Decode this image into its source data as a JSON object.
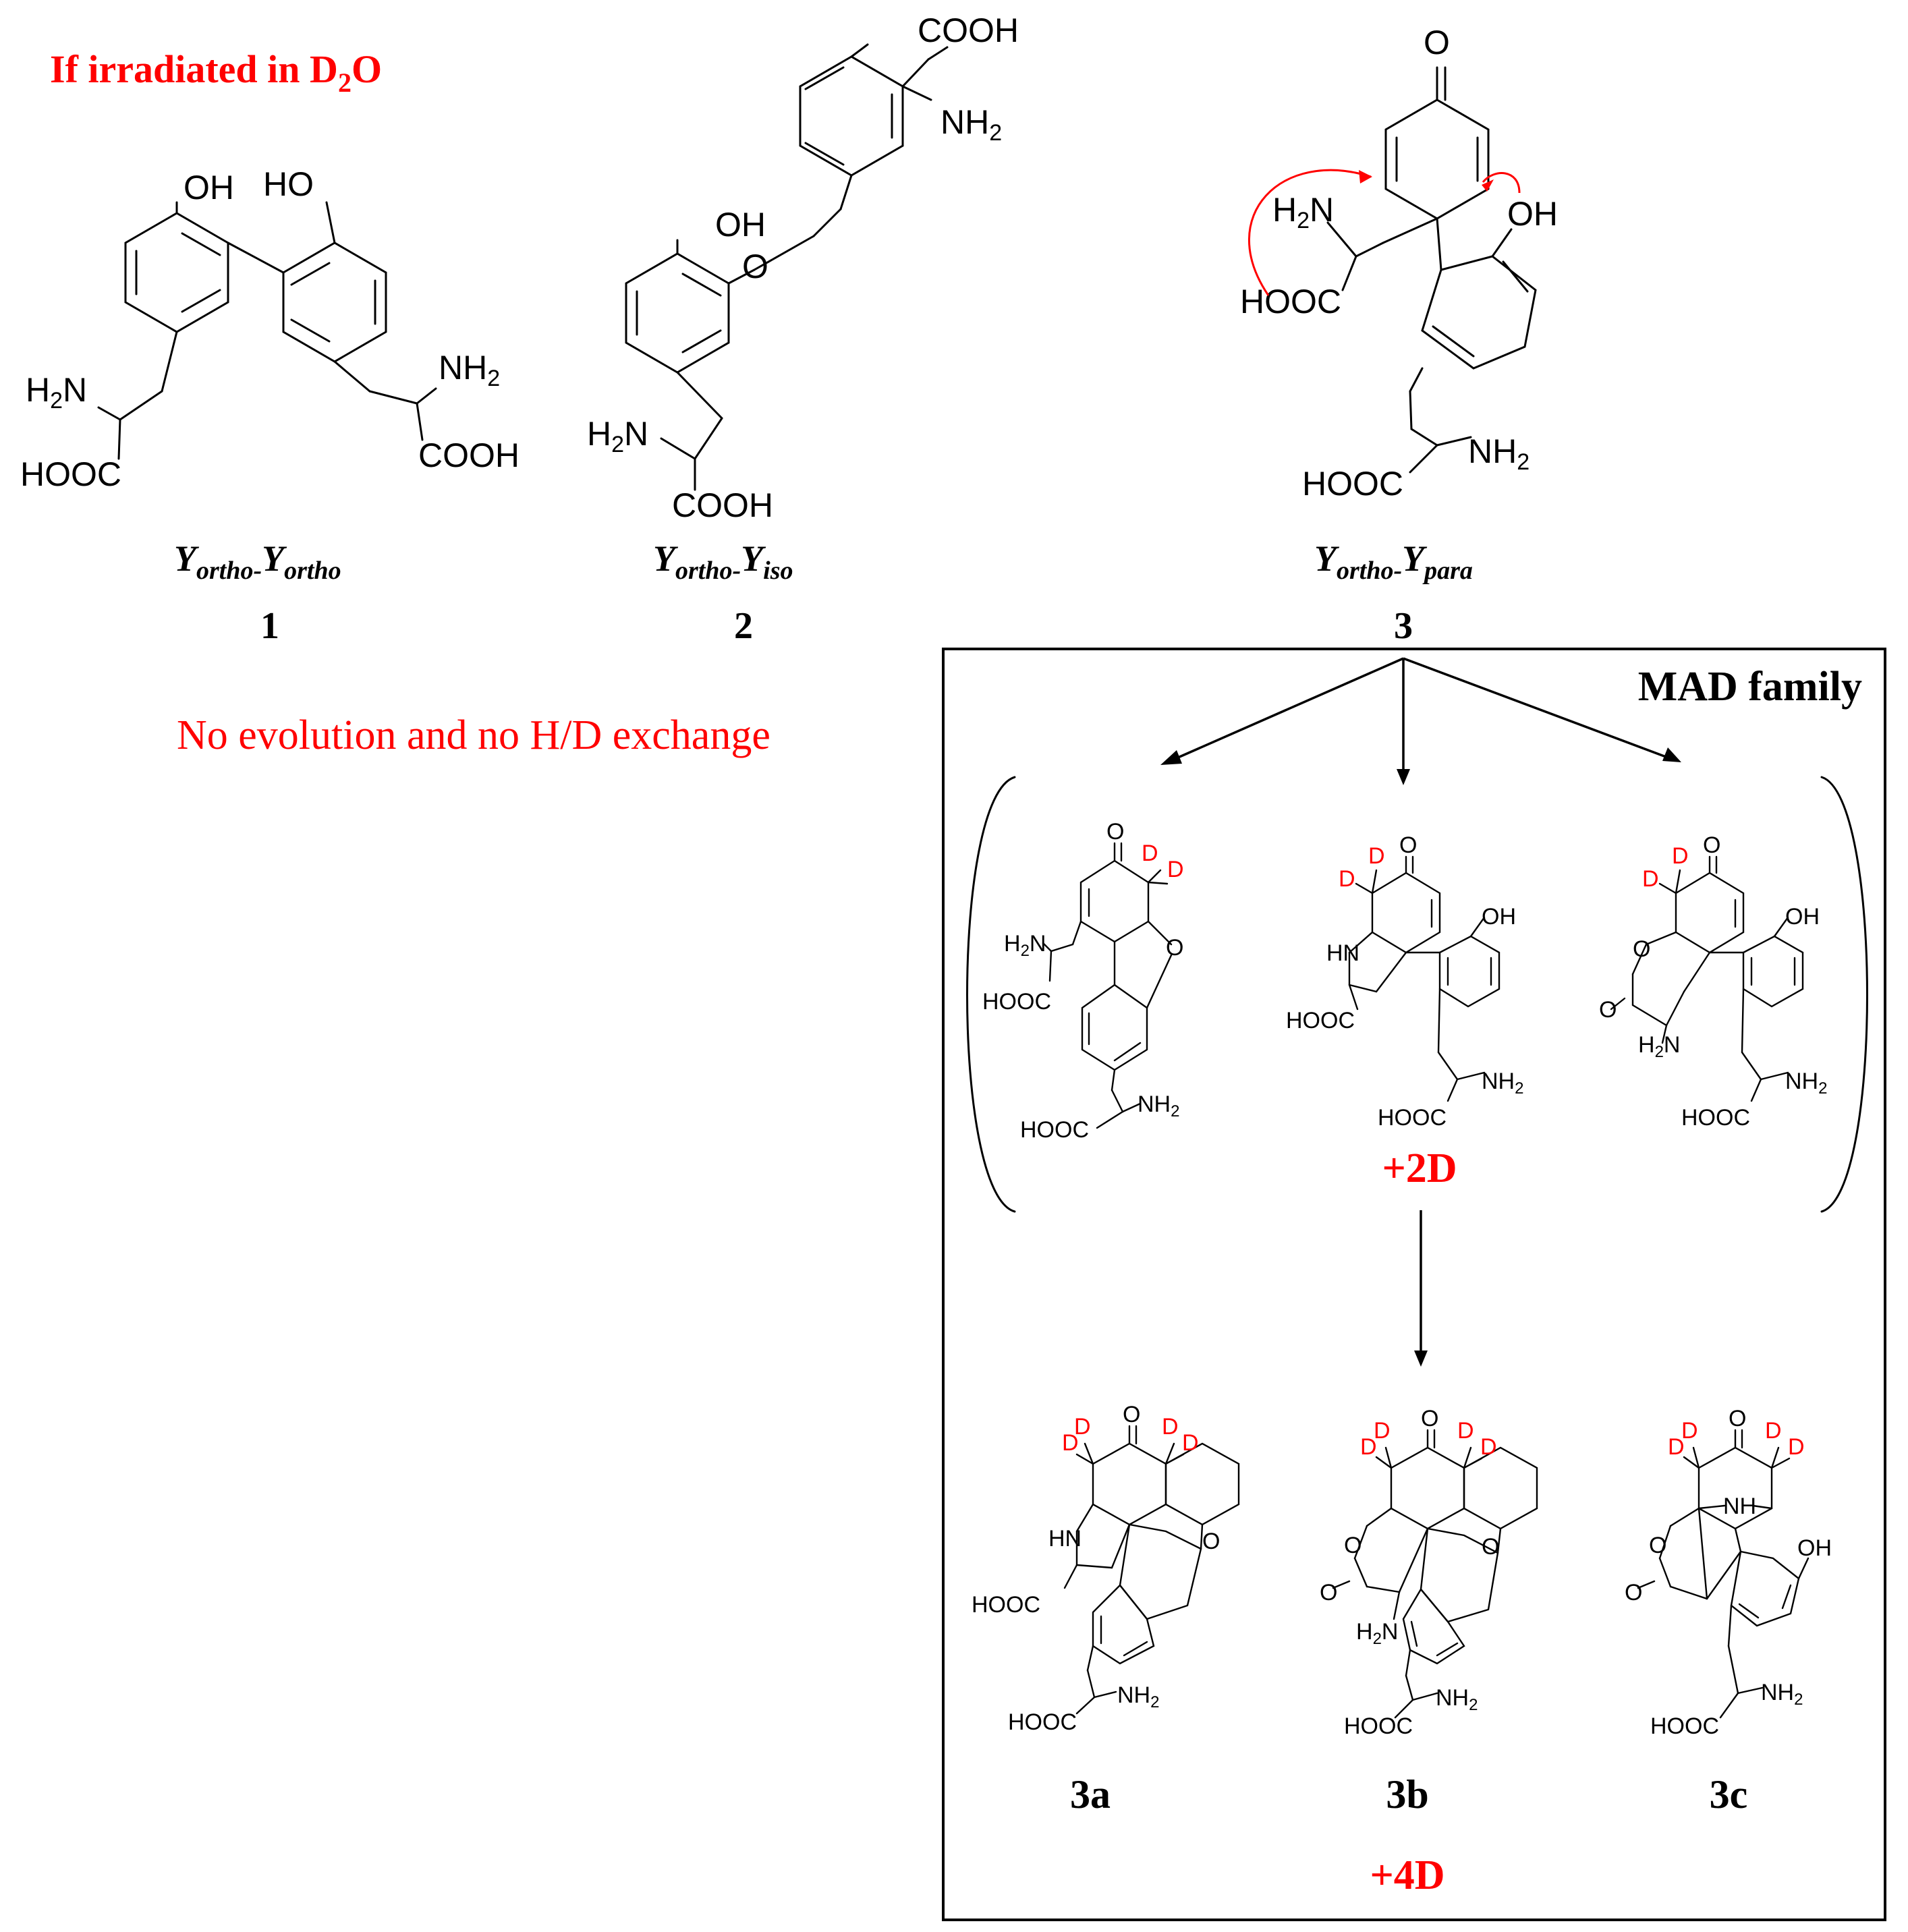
{
  "colors": {
    "accent": "#ff0000",
    "text": "#000000"
  },
  "header": {
    "title_pre": "If irradiated in D",
    "title_sub": "2",
    "title_post": "O"
  },
  "note": "No evolution and no H/D exchange",
  "compounds": [
    {
      "num": "1",
      "name": {
        "Y1": "Y",
        "s1": "ortho-",
        "Y2": "Y",
        "s2": "ortho"
      }
    },
    {
      "num": "2",
      "name": {
        "Y1": "Y",
        "s1": "ortho-",
        "Y2": "Y",
        "s2": "iso"
      }
    },
    {
      "num": "3",
      "name": {
        "Y1": "Y",
        "s1": "ortho-",
        "Y2": "Y",
        "s2": "para"
      }
    }
  ],
  "box": {
    "title": "MAD family",
    "plus2": "+2D",
    "plus4": "+4D"
  },
  "products": [
    {
      "label": "3a"
    },
    {
      "label": "3b"
    },
    {
      "label": "3c"
    }
  ],
  "groups": {
    "OH": "OH",
    "HO": "HO",
    "O": "O",
    "H2": "H",
    "sub2": "2",
    "N": "N",
    "NH2": "NH",
    "COOH": "COOH",
    "HOOC": "HOOC",
    "HN": "HN",
    "NH": "NH",
    "D": "D"
  }
}
